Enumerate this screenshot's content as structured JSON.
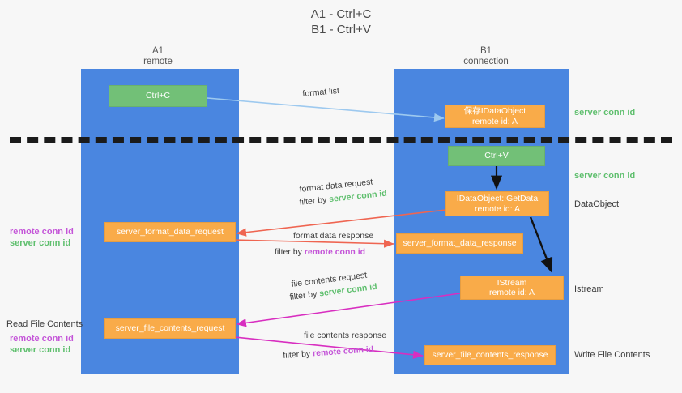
{
  "title": {
    "line1": "A1 - Ctrl+C",
    "line2": "B1 - Ctrl+V"
  },
  "columns": [
    {
      "name": "A1",
      "role": "remote"
    },
    {
      "name": "B1",
      "role": "connection"
    }
  ],
  "nodes": {
    "ctrl_c": {
      "line1": "Ctrl+C",
      "line2": ""
    },
    "save_idataobject": {
      "line1": "保存IDataObject",
      "line2": "remote id: A"
    },
    "ctrl_v": {
      "line1": "Ctrl+V",
      "line2": ""
    },
    "idataobject_getdata": {
      "line1": "IDataObject::GetData",
      "line2": "remote id: A"
    },
    "server_format_data_request": {
      "line1": "server_format_data_request",
      "line2": ""
    },
    "server_format_data_response": {
      "line1": "server_format_data_response",
      "line2": ""
    },
    "istream": {
      "line1": "IStream",
      "line2": "remote id: A"
    },
    "server_file_contents_request": {
      "line1": "server_file_contents_request",
      "line2": ""
    },
    "server_file_contents_response": {
      "line1": "server_file_contents_response",
      "line2": ""
    }
  },
  "edges": {
    "format_list": {
      "label": "format list"
    },
    "format_data_request": {
      "label": "format data request",
      "filter_prefix": "filter by ",
      "filter_key": "server conn id"
    },
    "format_data_response": {
      "label": "format data response",
      "filter_prefix": "filter by ",
      "filter_key": "remote conn id"
    },
    "file_contents_request": {
      "label": "file contents request",
      "filter_prefix": "filter by ",
      "filter_key": "server conn id"
    },
    "file_contents_response": {
      "label": "file contents response",
      "filter_prefix": "filter by ",
      "filter_key": "remote conn id"
    }
  },
  "right_labels": {
    "server_conn_id_top": "server conn id",
    "server_conn_id_mid": "server conn id",
    "dataobject": "DataObject",
    "istream": "Istream",
    "write_file_contents": "Write File Contents"
  },
  "left_labels": {
    "remote_conn_id_upper": "remote conn id",
    "server_conn_id_upper": "server conn id",
    "read_file_contents": "Read File Contents",
    "remote_conn_id_lower": "remote conn id",
    "server_conn_id_lower": "server conn id"
  },
  "colors": {
    "lane": "#4a86e0",
    "green_node": "#72c077",
    "orange_node": "#f9ab49",
    "green_text": "#5fbf6e",
    "magenta_text": "#c455d8",
    "light_blue_arrow": "#9dc9ef",
    "red_arrow": "#ef6551",
    "magenta_arrow": "#d82ec0",
    "black_arrow": "#111111",
    "background": "#f7f7f7"
  }
}
